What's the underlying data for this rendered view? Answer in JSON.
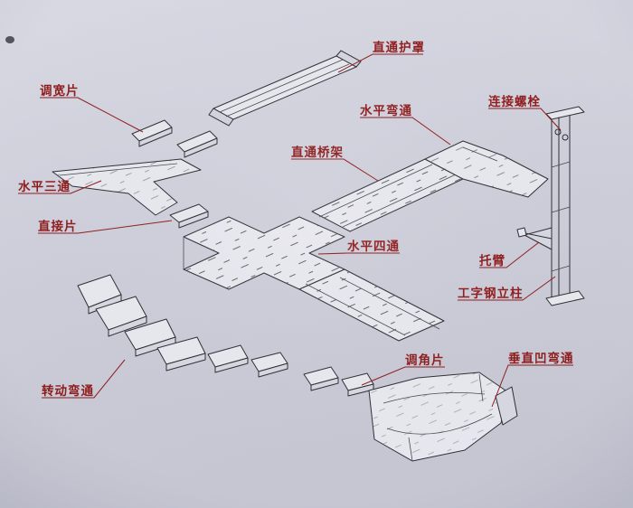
{
  "page": {
    "colors": {
      "paper": "#ccccd8",
      "ink": "#2d2d33",
      "label": "#8e1b1b"
    }
  },
  "labels": {
    "straight_cover": "直通护罩",
    "width_adjust_piece": "调宽片",
    "horizontal_tee": "水平三通",
    "direct_piece": "直接片",
    "horizontal_elbow": "水平弯通",
    "connecting_bolt": "连接螺栓",
    "straight_tray": "直通桥架",
    "horizontal_cross": "水平四通",
    "bracket_arm": "托臂",
    "ibeam_column": "工字钢立柱",
    "angle_adjust_piece": "调角片",
    "vertical_concave_elbow": "垂直凹弯通",
    "rotating_elbow": "转动弯通"
  }
}
